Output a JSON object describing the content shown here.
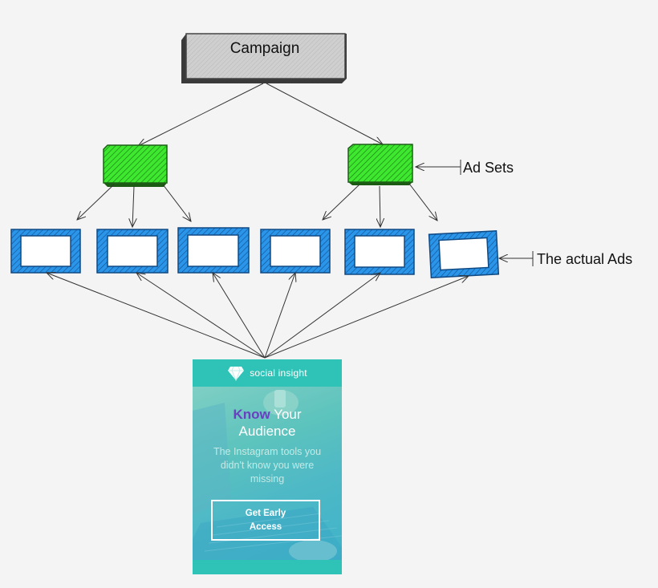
{
  "diagram": {
    "campaign_label": "Campaign",
    "adsets_label": "Ad Sets",
    "ads_label": "The actual Ads"
  },
  "ad": {
    "brand": "social insight",
    "headline_accent": "Know",
    "headline_rest_1": "Your",
    "headline_rest_2": "Audience",
    "subtitle": "The Instagram tools you didn't know you were missing",
    "cta_line_1": "Get Early",
    "cta_line_2": "Access"
  },
  "colors": {
    "campaign_fill": "#c8c8c8",
    "adset_fill": "#35e32c",
    "ad_fill": "#2a8fe6",
    "ad_card_teal": "#2ec3b6",
    "headline_accent": "#6a3fc0"
  }
}
